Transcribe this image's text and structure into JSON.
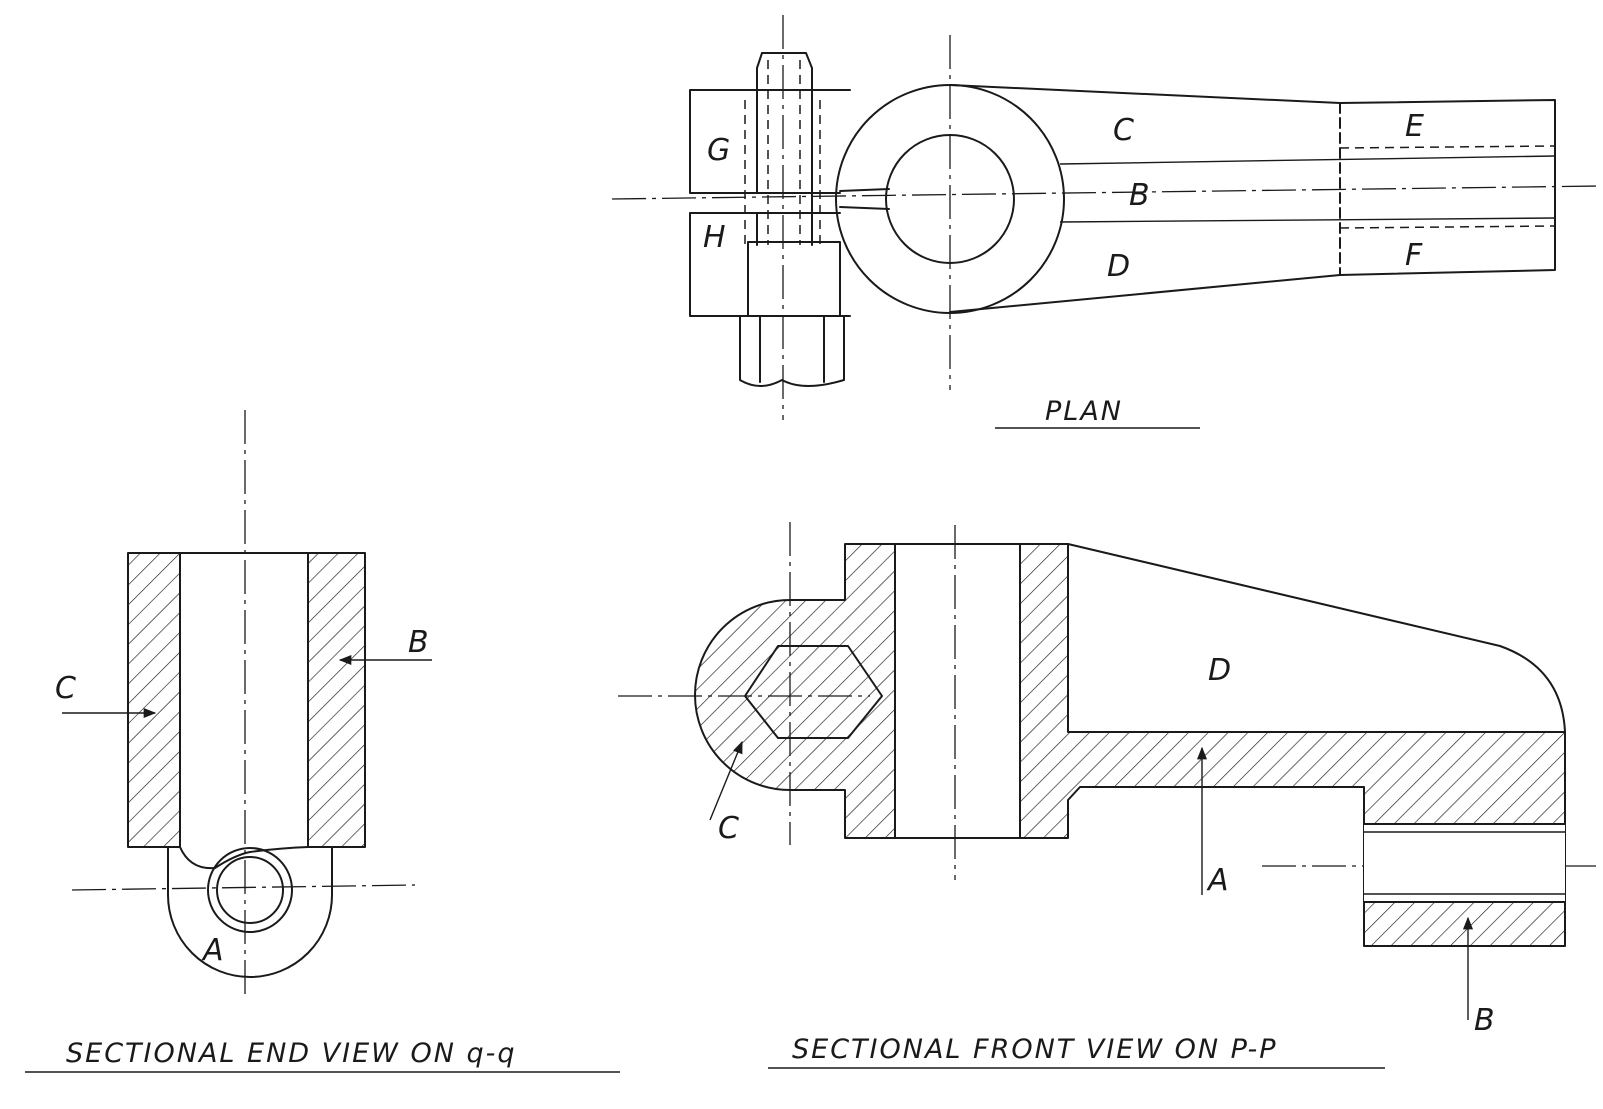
{
  "plan": {
    "title": "PLAN",
    "labels": {
      "g": "G",
      "h": "H",
      "c": "C",
      "d": "D",
      "e": "E",
      "f": "F",
      "b": "B"
    }
  },
  "end_view": {
    "title": "SECTIONAL END VIEW ON q-q",
    "labels": {
      "c": "C",
      "b": "B",
      "a": "A"
    }
  },
  "front_view": {
    "title": "SECTIONAL FRONT VIEW ON P-P",
    "labels": {
      "d": "D",
      "c": "C",
      "a": "A",
      "b": "B"
    }
  }
}
